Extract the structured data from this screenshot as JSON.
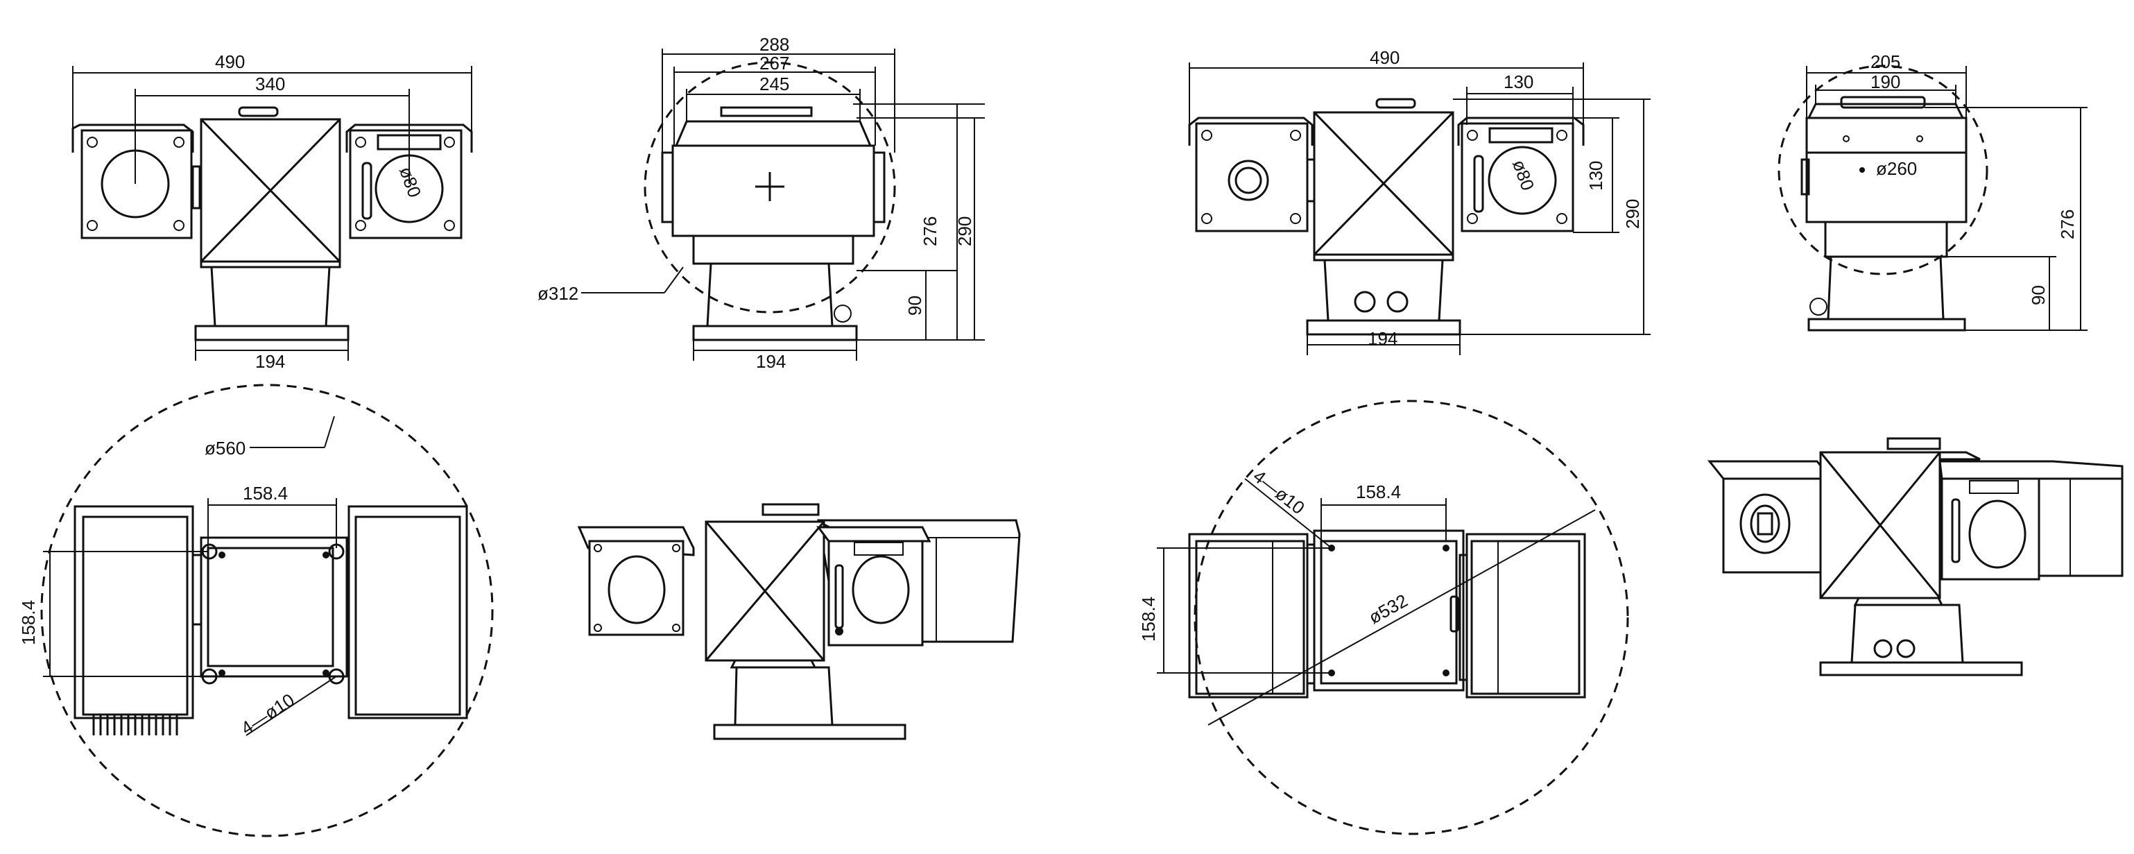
{
  "colors": {
    "line": "#111111",
    "background": "#ffffff"
  },
  "views": {
    "front_left": {
      "total_width": "490",
      "inner_width": "340",
      "base_width": "194",
      "lens_dia": "ø80"
    },
    "side_left": {
      "top_width": "288",
      "mid_width": "267",
      "inner_width": "245",
      "base_width": "194",
      "height_a": "276",
      "height_b": "290",
      "base_height": "90",
      "circle_dia": "ø312"
    },
    "front_right": {
      "total_width": "490",
      "housing_width": "130",
      "base_width": "194",
      "lens_dia": "ø80",
      "housing_height": "130",
      "total_height": "290"
    },
    "side_right": {
      "top_width": "205",
      "inner_width": "190",
      "circle_dia": "ø260",
      "total_height": "276",
      "base_height": "90"
    },
    "top_left": {
      "circle_dia": "ø560",
      "plate_width": "158.4",
      "plate_height": "158.4",
      "holes": "4—ø10"
    },
    "top_right": {
      "holes": "4—ø10",
      "plate_width": "158.4",
      "plate_height": "158.4",
      "circle_dia": "ø532"
    }
  }
}
